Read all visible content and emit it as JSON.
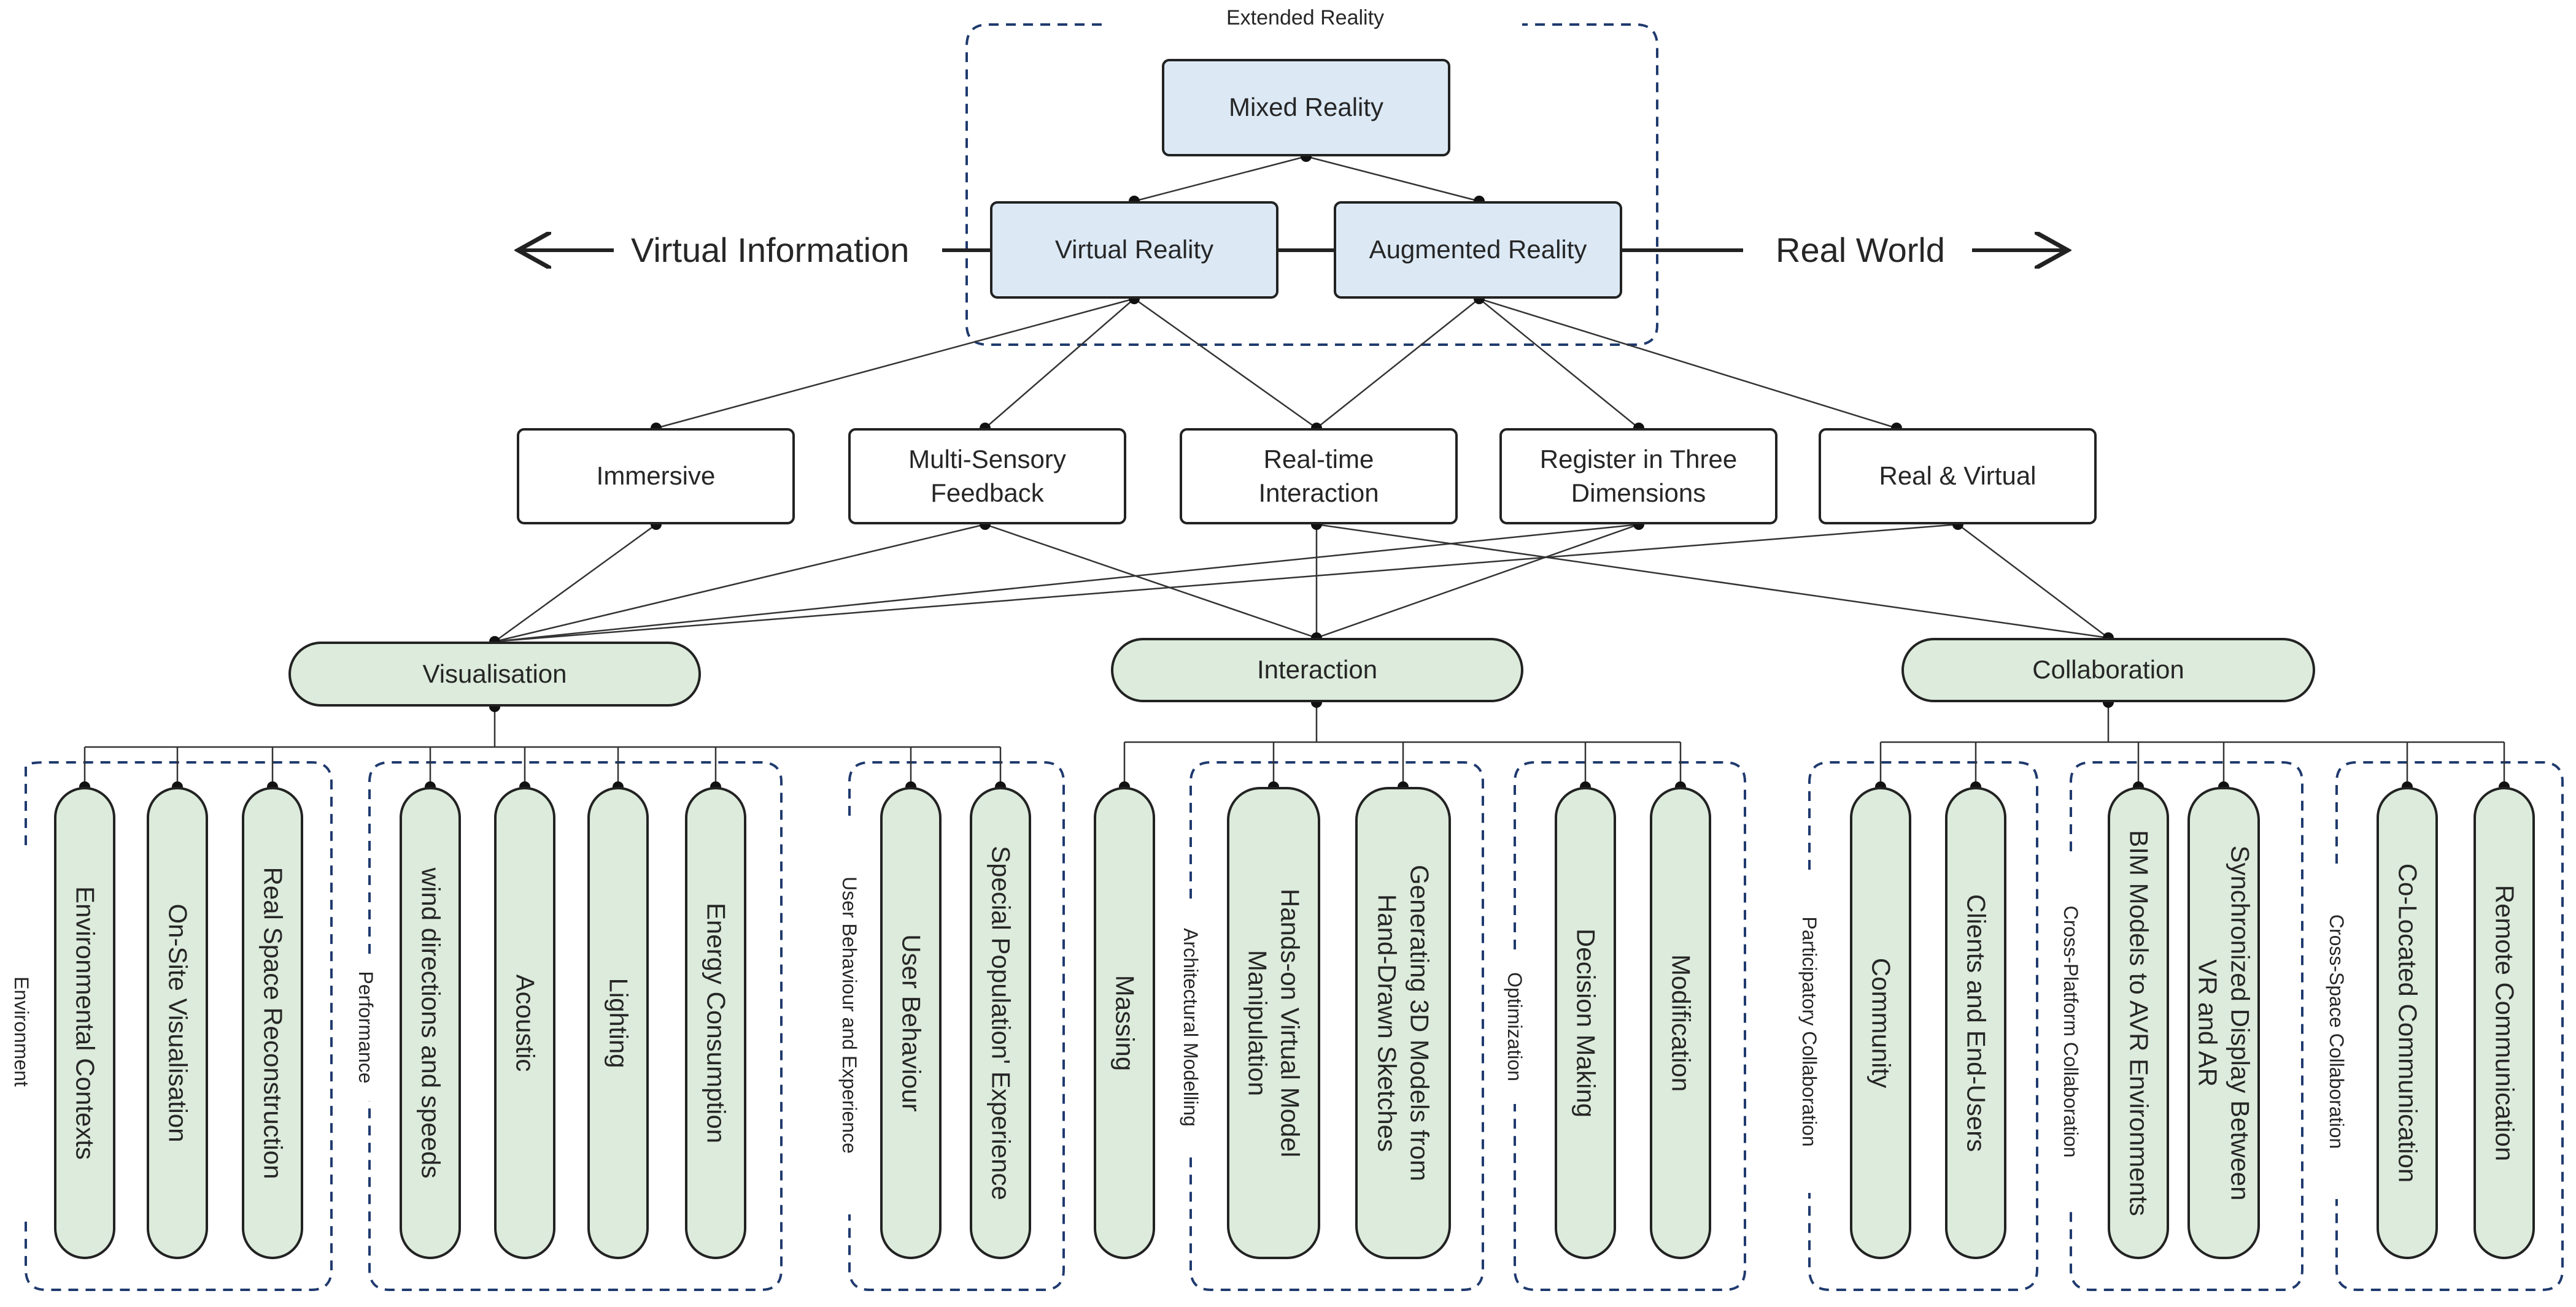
{
  "extended_reality": "Extended Reality",
  "mixed_reality": "Mixed Reality",
  "virtual_reality": "Virtual Reality",
  "augmented_reality": "Augmented Reality",
  "left_label": "Virtual Information",
  "right_label": "Real World",
  "characteristics": {
    "immersive": "Immersive",
    "multisensory": "Multi-Sensory Feedback",
    "realtime": "Real-time Interaction",
    "register3d": "Register in Three Dimensions",
    "realvirtual": "Real & Virtual"
  },
  "categories": {
    "visualisation": "Visualisation",
    "interaction": "Interaction",
    "collaboration": "Collaboration"
  },
  "groups": {
    "environment": "Environment",
    "performance": "Performance",
    "user_behaviour": "User Behaviour and Experience",
    "architectural_modelling": "Architectural Modelling",
    "optimization": "Optimization",
    "participatory": "Participatory Collaboration",
    "cross_platform": "Cross-Platform Collaboration",
    "cross_space": "Cross-Space Collaboration"
  },
  "items": {
    "environmental_contexts": "Environmental Contexts",
    "onsite_visualisation": "On-Site Visualisation",
    "real_space_reconstruction": "Real Space Reconstruction",
    "wind": "wind directions and speeds",
    "acoustic": "Acoustic",
    "lighting": "Lighting",
    "energy": "Energy Consumption",
    "user_behaviour": "User Behaviour",
    "special_population": "Special Population' Experience",
    "massing": "Massing",
    "hands_on": "Hands-on Virtual Model Manipulation",
    "generating_3d": "Generating 3D Models from Hand-Drawn Sketches",
    "decision_making": "Decision Making",
    "modification": "Modification",
    "community": "Community",
    "clients": "Clients and End-Users",
    "bim": "BIM Models to AVR Environments",
    "synchronized": "Synchronized Display Between VR and AR",
    "colocated": "Co-Located Communication",
    "remote": "Remote Communication"
  },
  "colors": {
    "blue_fill": "#dce9f5",
    "green_fill": "#dcebdb",
    "dash": "#1f3a6e",
    "line": "#222222"
  }
}
